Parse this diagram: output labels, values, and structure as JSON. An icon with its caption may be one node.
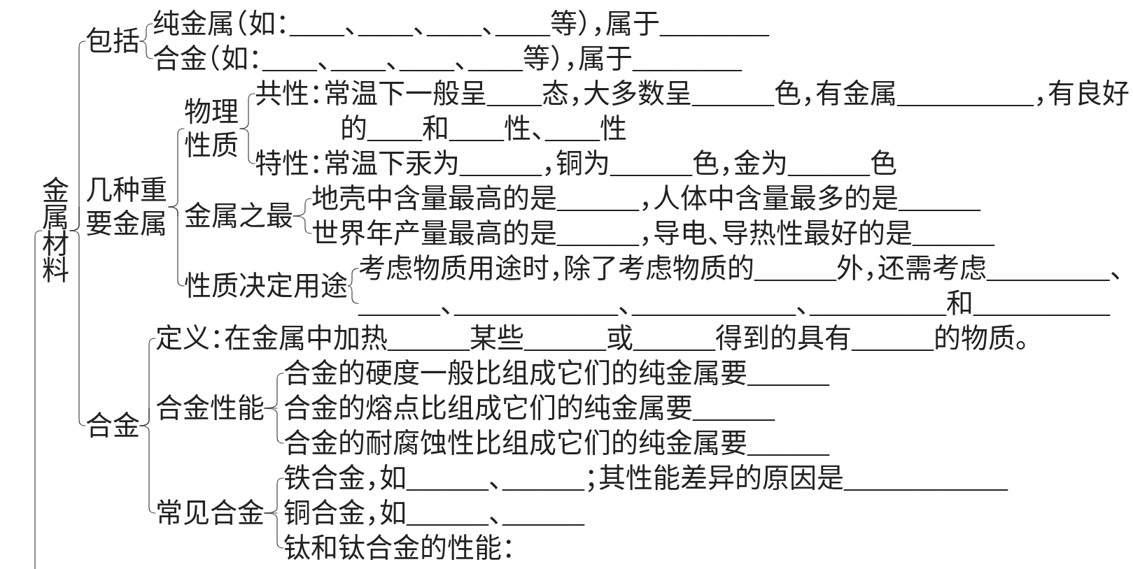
{
  "diagram": {
    "nodes": [
      {
        "text": [
          "金属材料"
        ]
      },
      {
        "text": [
          "包括"
        ]
      },
      {
        "text": [
          "纯金属（如：____、____、____、____等），属于________"
        ]
      },
      {
        "text": [
          "合金（如：____、____、____、____等），属于________"
        ]
      },
      {
        "text": [
          "几种重要金属"
        ]
      },
      {
        "text": [
          "物理性质"
        ]
      },
      {
        "text": [
          "共性：常温下一般呈____态，大多数呈______色，有金属__________，有良好的____和____性、____性"
        ]
      },
      {
        "text": [
          "特性：常温下汞为______，铜为______色，金为______色"
        ]
      },
      {
        "text": [
          "金属之最"
        ]
      },
      {
        "text": [
          "地壳中含量最高的是______，人体中含量最多的是______"
        ]
      },
      {
        "text": [
          "世界年产量最高的是______，导电、导热性最好的是______"
        ]
      },
      {
        "text": [
          "性质决定用途"
        ]
      },
      {
        "text": [
          "考虑物质用途时，除了考虑物质的______外，还需考虑_________、______、____________、____________、__________和__________"
        ]
      },
      {
        "text": [
          "合金"
        ]
      },
      {
        "text": [
          "定义：在金属中加热______某些______或______得到的具有______的物质。"
        ]
      },
      {
        "text": [
          "合金性能"
        ]
      },
      {
        "text": [
          "合金的硬度一般比组成它们的纯金属要______"
        ]
      },
      {
        "text": [
          "合金的熔点比组成它们的纯金属要______"
        ]
      },
      {
        "text": [
          "合金的耐腐蚀性比组成它们的纯金属要______"
        ]
      },
      {
        "text": [
          "常见合金"
        ]
      },
      {
        "text": [
          "铁合金，如______、______；其性能差异的原因是____________"
        ]
      },
      {
        "text": [
          "铜合金，如______、______"
        ]
      },
      {
        "text": [
          "钛和钛合金的性能："
        ]
      }
    ],
    "edges": [
      {
        "from": null,
        "to": 0,
        "arrow": "none"
      },
      {
        "from": 0,
        "to": 1,
        "arrow": "none"
      },
      {
        "from": 0,
        "to": 4,
        "arrow": "none"
      },
      {
        "from": 0,
        "to": 13,
        "arrow": "none"
      },
      {
        "from": 1,
        "to": 2,
        "arrow": "none"
      },
      {
        "from": 1,
        "to": 3,
        "arrow": "none"
      },
      {
        "from": 4,
        "to": 5,
        "arrow": "none"
      },
      {
        "from": 4,
        "to": 8,
        "arrow": "none"
      },
      {
        "from": 4,
        "to": 11,
        "arrow": "none"
      },
      {
        "from": 5,
        "to": 6,
        "arrow": "none"
      },
      {
        "from": 5,
        "to": 7,
        "arrow": "none"
      },
      {
        "from": 8,
        "to": 9,
        "arrow": "none"
      },
      {
        "from": 8,
        "to": 10,
        "arrow": "none"
      },
      {
        "from": 11,
        "to": 12,
        "arrow": "none"
      },
      {
        "from": 13,
        "to": 14,
        "arrow": "none"
      },
      {
        "from": 13,
        "to": 15,
        "arrow": "none"
      },
      {
        "from": 13,
        "to": 19,
        "arrow": "none"
      },
      {
        "from": 15,
        "to": 16,
        "arrow": "none"
      },
      {
        "from": 15,
        "to": 17,
        "arrow": "none"
      },
      {
        "from": 15,
        "to": 18,
        "arrow": "none"
      },
      {
        "from": 19,
        "to": 20,
        "arrow": "none"
      },
      {
        "from": 19,
        "to": 21,
        "arrow": "none"
      },
      {
        "from": 19,
        "to": 22,
        "arrow": "none"
      }
    ]
  }
}
